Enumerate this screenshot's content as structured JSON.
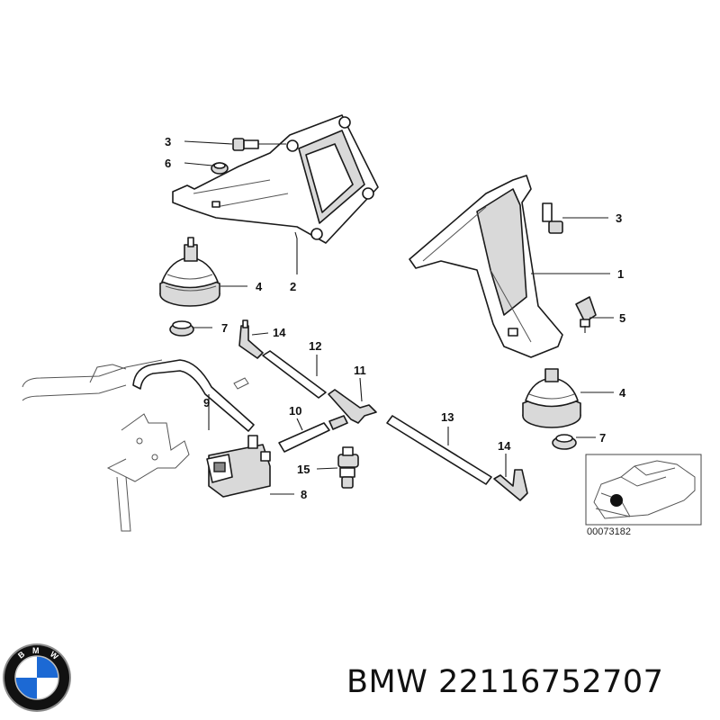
{
  "callouts": {
    "c3a": "3",
    "c6": "6",
    "c4a": "4",
    "c2": "2",
    "c7a": "7",
    "c14a": "14",
    "c12": "12",
    "c11": "11",
    "c10": "10",
    "c9": "9",
    "c13": "13",
    "c15": "15",
    "c8": "8",
    "c14b": "14",
    "c3b": "3",
    "c1": "1",
    "c5": "5",
    "c4b": "4",
    "c7b": "7"
  },
  "inset": {
    "code": "00073182"
  },
  "brand": {
    "logo_letters": "BMW",
    "caption": "BMW 22116752707"
  },
  "colors": {
    "logo_blue": "#1c69d4",
    "logo_ring": "#111111",
    "line": "#1a1a1a"
  }
}
